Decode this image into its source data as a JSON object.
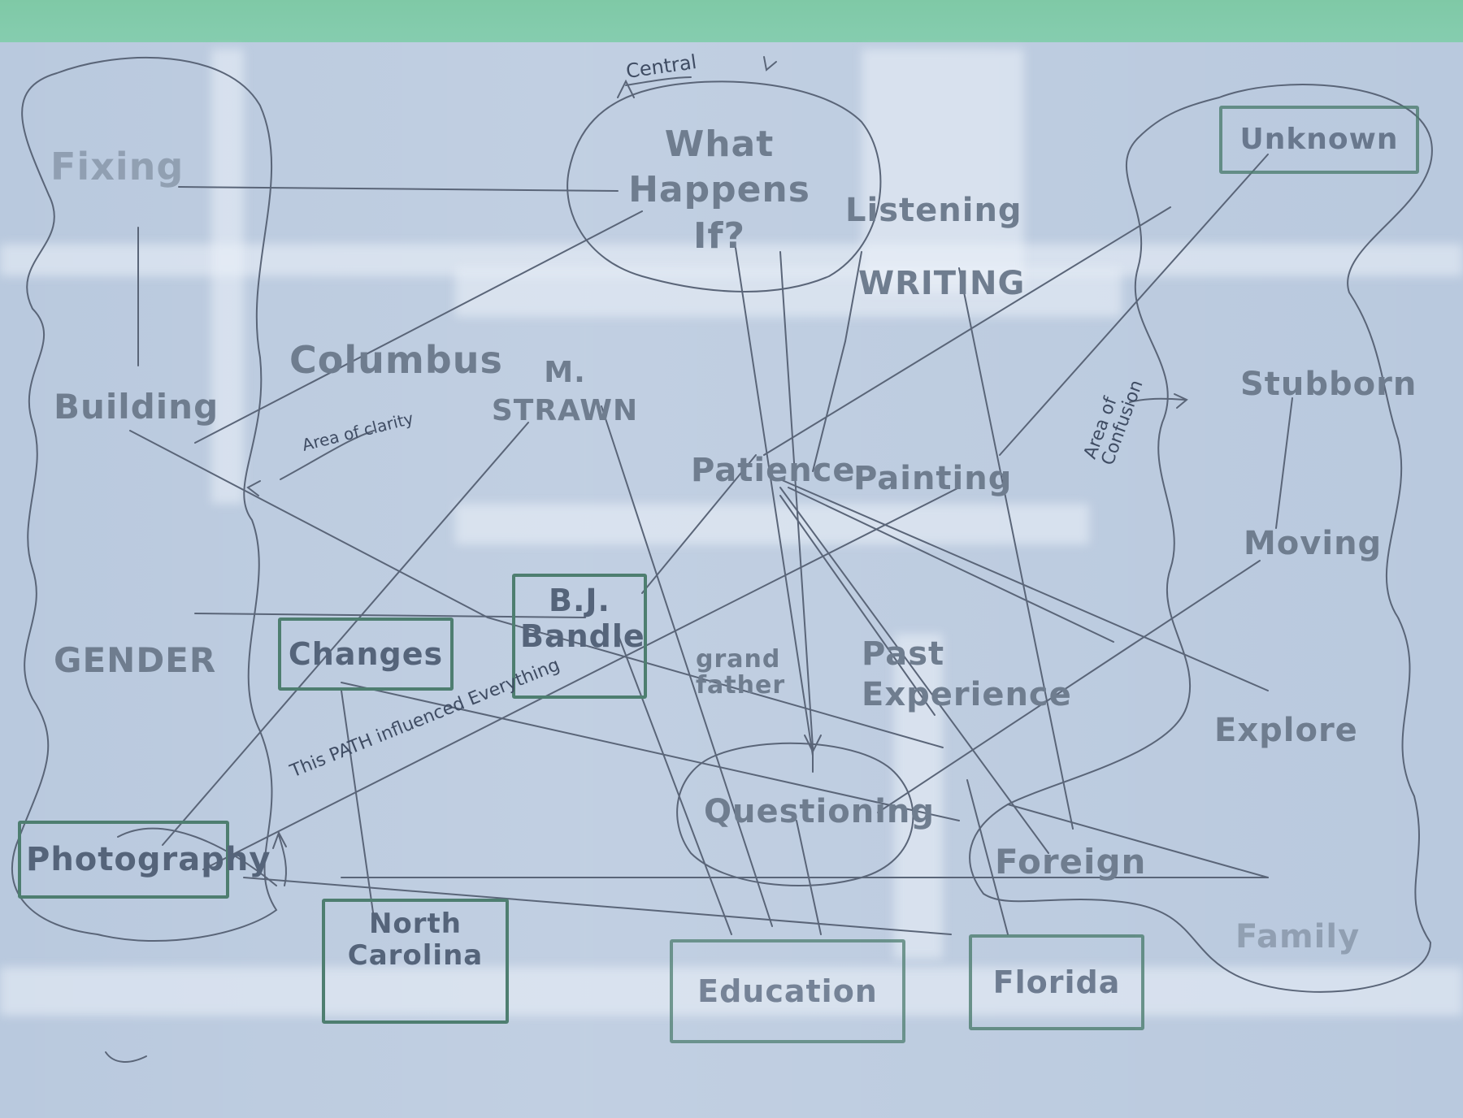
{
  "nodes": {
    "fixing": "Fixing",
    "building": "Building",
    "gender": "GENDER",
    "photography": "Photography",
    "columbus": "Columbus",
    "m_strawn": "M. STRAWN",
    "changes": "Changes",
    "bj_bandle": "B.J. Bandle",
    "what_happens_if": "What Happens If?",
    "listening": "Listening",
    "writing": "WRITING",
    "patience": "Patience",
    "painting": "Painting",
    "grandfather": "grand father",
    "past_experience": "Past Experience",
    "questioning": "Questioning",
    "north_carolina": "North Carolina",
    "education": "Education",
    "florida": "Florida",
    "foreign": "Foreign",
    "family": "Family",
    "unknown": "Unknown",
    "stubborn": "Stubborn",
    "moving": "Moving",
    "explore": "Explore"
  },
  "notes": {
    "central": "Central",
    "area_of_clarity": "Area of clarity",
    "area_of_confusion": "Area of Confusion",
    "path_influenced": "This PATH influenced Everything"
  },
  "colors": {
    "ink_pencil": "#5a6578",
    "box_marker": "#4e7e70",
    "word_marker": "#6f7d8f",
    "paper": "#b9c9de",
    "top_band": "#7fc9a6"
  }
}
